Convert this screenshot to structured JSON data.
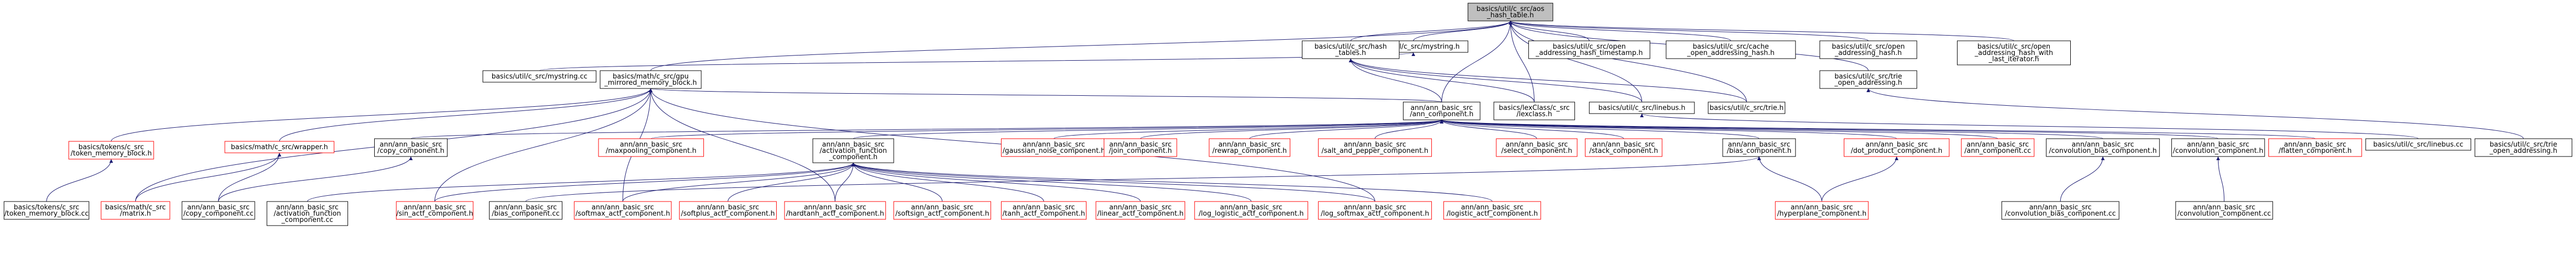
{
  "colors": {
    "root_fill": "#bfbfbf",
    "normal_border": "#000000",
    "missing_border": "#ff0000",
    "edge": "#191970",
    "background": "#ffffff"
  },
  "nodes": [
    {
      "id": "root",
      "lines": [
        "basics/util/c_src/aos",
        "_hash_table.h"
      ],
      "style": "root"
    },
    {
      "id": "mystring_h",
      "lines": [
        "basics/util/c_src/mystring.h"
      ],
      "style": "normal"
    },
    {
      "id": "hash_tables_h",
      "lines": [
        "basics/util/c_src/hash",
        "_tables.h"
      ],
      "style": "normal"
    },
    {
      "id": "oa_timestamp_h",
      "lines": [
        "basics/util/c_src/open",
        "_addressing_hash_timestamp.h"
      ],
      "style": "normal"
    },
    {
      "id": "cache_oa_hash_h",
      "lines": [
        "basics/util/c_src/cache",
        "_open_addressing_hash.h"
      ],
      "style": "normal"
    },
    {
      "id": "oa_hash_h",
      "lines": [
        "basics/util/c_src/open",
        "_addressing_hash.h"
      ],
      "style": "normal"
    },
    {
      "id": "oa_last_iterator_h",
      "lines": [
        "basics/util/c_src/open",
        "_addressing_hash_with",
        "_last_iterator.h"
      ],
      "style": "normal"
    },
    {
      "id": "mystring_cc",
      "lines": [
        "basics/util/c_src/mystring.cc"
      ],
      "style": "normal"
    },
    {
      "id": "gpu_mm_block_h",
      "lines": [
        "basics/math/c_src/gpu",
        "_mirrored_memory_block.h"
      ],
      "style": "normal"
    },
    {
      "id": "ann_component_h",
      "lines": [
        "ann/ann_basic_src",
        "/ann_component.h"
      ],
      "style": "normal"
    },
    {
      "id": "toolbox_lexclass_h",
      "lines": [
        "basics/lexClass/c_src",
        "/lexclass.h"
      ],
      "style": "normal"
    },
    {
      "id": "linebus_h",
      "lines": [
        "basics/util/c_src/linebus.h"
      ],
      "style": "normal"
    },
    {
      "id": "trie_h",
      "lines": [
        "basics/util/c_src/trie.h"
      ],
      "style": "normal"
    },
    {
      "id": "trie_oa_h",
      "lines": [
        "basics/util/c_src/trie",
        "_open_addressing.h"
      ],
      "style": "normal"
    },
    {
      "id": "token_memory_block_h",
      "lines": [
        "basics/tokens/c_src",
        "/token_memory_block.h"
      ],
      "style": "missing"
    },
    {
      "id": "wrapper_h",
      "lines": [
        "basics/math/c_src/wrapper.h"
      ],
      "style": "missing"
    },
    {
      "id": "copy_component_h",
      "lines": [
        "ann/ann_basic_src",
        "/copy_component.h"
      ],
      "style": "normal"
    },
    {
      "id": "maxpooling_component_h",
      "lines": [
        "ann/ann_basic_src",
        "/maxpooling_component.h"
      ],
      "style": "missing"
    },
    {
      "id": "activation_function_component_h",
      "lines": [
        "ann/ann_basic_src",
        "/activation_function",
        "_component.h"
      ],
      "style": "normal"
    },
    {
      "id": "gaussian_noise_component_h",
      "lines": [
        "ann/ann_basic_src",
        "/gaussian_noise_component.h"
      ],
      "style": "missing"
    },
    {
      "id": "join_component_h",
      "lines": [
        "ann/ann_basic_src",
        "/join_component.h"
      ],
      "style": "missing"
    },
    {
      "id": "rewrap_component_h",
      "lines": [
        "ann/ann_basic_src",
        "/rewrap_component.h"
      ],
      "style": "missing"
    },
    {
      "id": "salt_and_pepper_component_h",
      "lines": [
        "ann/ann_basic_src",
        "/salt_and_pepper_component.h"
      ],
      "style": "missing"
    },
    {
      "id": "select_component_h",
      "lines": [
        "ann/ann_basic_src",
        "/select_component.h"
      ],
      "style": "missing"
    },
    {
      "id": "stack_component_h",
      "lines": [
        "ann/ann_basic_src",
        "/stack_component.h"
      ],
      "style": "missing"
    },
    {
      "id": "bias_component_h",
      "lines": [
        "ann/ann_basic_src",
        "/bias_component.h"
      ],
      "style": "normal"
    },
    {
      "id": "dot_product_component_h",
      "lines": [
        "ann/ann_basic_src",
        "/dot_product_component.h"
      ],
      "style": "missing"
    },
    {
      "id": "ann_component_cc",
      "lines": [
        "ann/ann_basic_src",
        "/ann_component.cc"
      ],
      "style": "missing"
    },
    {
      "id": "convolution_bias_component_h",
      "lines": [
        "ann/ann_basic_src",
        "/convolution_bias_component.h"
      ],
      "style": "normal"
    },
    {
      "id": "convolution_component_h",
      "lines": [
        "ann/ann_basic_src",
        "/convolution_component.h"
      ],
      "style": "normal"
    },
    {
      "id": "flatten_component_h",
      "lines": [
        "ann/ann_basic_src",
        "/flatten_component.h"
      ],
      "style": "missing"
    },
    {
      "id": "linebus_cc",
      "lines": [
        "basics/util/c_src/linebus.cc"
      ],
      "style": "normal"
    },
    {
      "id": "trie_oa_trie_h",
      "lines": [
        "basics/util/c_src/trie",
        "_open_addressing.h"
      ],
      "style": "normal"
    },
    {
      "id": "token_memory_block_cc",
      "lines": [
        "basics/tokens/c_src",
        "/token_memory_block.cc"
      ],
      "style": "normal"
    },
    {
      "id": "matrix_h",
      "lines": [
        "basics/math/c_src",
        "/matrix.h"
      ],
      "style": "missing"
    },
    {
      "id": "copy_component_cc",
      "lines": [
        "ann/ann_basic_src",
        "/copy_component.cc"
      ],
      "style": "normal"
    },
    {
      "id": "activation_function_component_cc",
      "lines": [
        "ann/ann_basic_src",
        "/activation_function",
        "_component.cc"
      ],
      "style": "normal"
    },
    {
      "id": "sin_actf_component_h",
      "lines": [
        "ann/ann_basic_src",
        "/sin_actf_component.h"
      ],
      "style": "missing"
    },
    {
      "id": "bias_component_cc",
      "lines": [
        "ann/ann_basic_src",
        "/bias_component.cc"
      ],
      "style": "normal"
    },
    {
      "id": "softmax_actf_component_h",
      "lines": [
        "ann/ann_basic_src",
        "/softmax_actf_component.h"
      ],
      "style": "missing"
    },
    {
      "id": "softplus_actf_component_h",
      "lines": [
        "ann/ann_basic_src",
        "/softplus_actf_component.h"
      ],
      "style": "missing"
    },
    {
      "id": "hardtanh_actf_component_h",
      "lines": [
        "ann/ann_basic_src",
        "/hardtanh_actf_component.h"
      ],
      "style": "missing"
    },
    {
      "id": "softsign_actf_component_h",
      "lines": [
        "ann/ann_basic_src",
        "/softsign_actf_component.h"
      ],
      "style": "missing"
    },
    {
      "id": "tanh_actf_component_h",
      "lines": [
        "ann/ann_basic_src",
        "/tanh_actf_component.h"
      ],
      "style": "missing"
    },
    {
      "id": "linear_actf_component_h",
      "lines": [
        "ann/ann_basic_src",
        "/linear_actf_component.h"
      ],
      "style": "missing"
    },
    {
      "id": "log_logistic_actf_component_h",
      "lines": [
        "ann/ann_basic_src",
        "/log_logistic_actf_component.h"
      ],
      "style": "missing"
    },
    {
      "id": "log_softmax_actf_component_h",
      "lines": [
        "ann/ann_basic_src",
        "/log_softmax_actf_component.h"
      ],
      "style": "missing"
    },
    {
      "id": "logistic_actf_component_h",
      "lines": [
        "ann/ann_basic_src",
        "/logistic_actf_component.h"
      ],
      "style": "missing"
    },
    {
      "id": "hyperplane_component_h",
      "lines": [
        "ann/ann_basic_src",
        "/hyperplane_component.h"
      ],
      "style": "missing"
    },
    {
      "id": "convolution_bias_component_cc",
      "lines": [
        "ann/ann_basic_src",
        "/convolution_bias_component.cc"
      ],
      "style": "normal"
    },
    {
      "id": "convolution_component_cc",
      "lines": [
        "ann/ann_basic_src",
        "/convolution_component.cc"
      ],
      "style": "normal"
    }
  ]
}
